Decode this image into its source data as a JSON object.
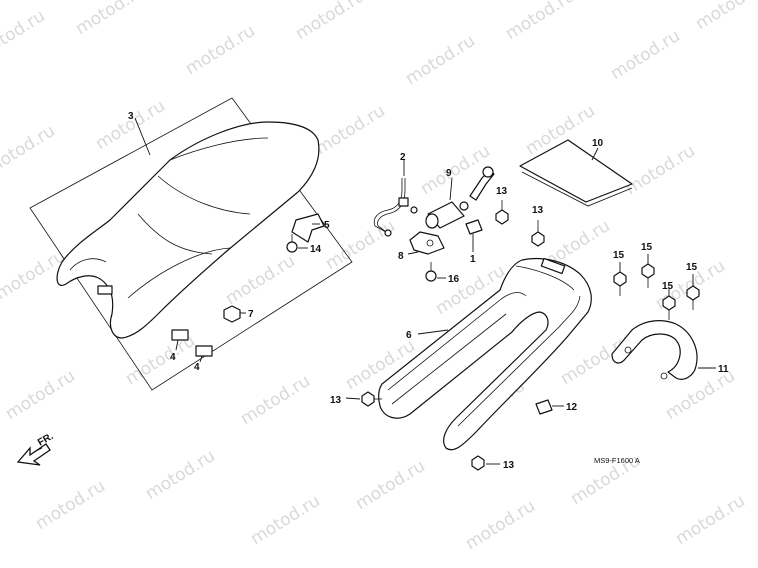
{
  "watermark": "motod.ru",
  "front_arrow_label": "FR.",
  "diagram_code": "MS9-F1600 A",
  "callouts": {
    "c1": "1",
    "c2": "2",
    "c3": "3",
    "c4a": "4",
    "c4b": "4",
    "c5": "5",
    "c6": "6",
    "c7": "7",
    "c8": "8",
    "c9": "9",
    "c10": "10",
    "c11": "11",
    "c12": "12",
    "c13a": "13",
    "c13b": "13",
    "c13c": "13",
    "c13d": "13",
    "c14": "14",
    "c15a": "15",
    "c15b": "15",
    "c15c": "15",
    "c15d": "15",
    "c16": "16"
  }
}
